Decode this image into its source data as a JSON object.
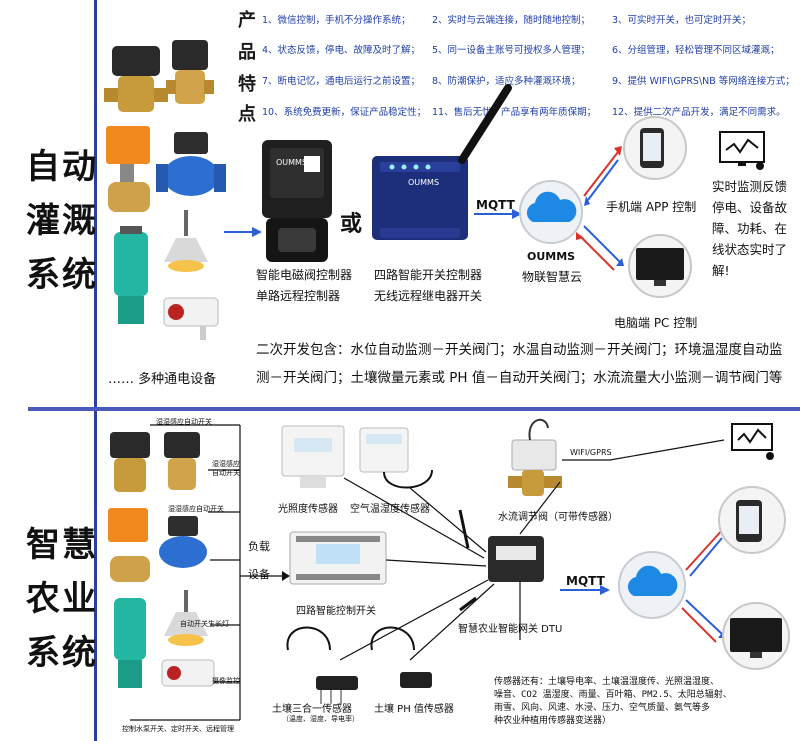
{
  "top": {
    "title": [
      "自",
      "动",
      "灌",
      "溉",
      "系",
      "统"
    ],
    "feature_heading": [
      "产",
      "品",
      "特",
      "点"
    ],
    "features": [
      [
        "1、微信控制，手机不分操作系统；",
        "2、实时与云端连接，随时随地控制；",
        "3、可实时开关，也可定时开关；"
      ],
      [
        "4、状态反馈，停电、故障及时了解；",
        "5、同一设备主账号可授权多人管理；",
        "6、分组管理，轻松管理不同区域灌溉；"
      ],
      [
        "7、断电记忆，通电后运行之前设置；",
        "8、防潮保护，适应多种灌溉环境；",
        "9、提供 WIFI\\GPRS\\NB 等网络连接方式；"
      ],
      [
        "10、系统免费更新，保证产品稳定性；",
        "11、售后无忧，产品享有两年质保期；",
        "12、提供二次产品开发，满足不同需求。"
      ]
    ],
    "controller1_brand": "OUMMS",
    "controller1_label1": "智能电磁阀控制器",
    "controller1_label2": "单路远程控制器",
    "or_text": "或",
    "controller2_brand": "OUMMS",
    "controller2_label1": "四路智能开关控制器",
    "controller2_label2": "无线远程继电器开关",
    "mqtt": "MQTT",
    "cloud_brand": "OUMMS",
    "cloud_label": "物联智慧云",
    "phone_label": "手机端 APP 控制",
    "pc_label": "电脑端 PC 控制",
    "monitor_text": [
      "实时监测反馈",
      "停电、设备故",
      "障、功耗、在",
      "线状态实时了",
      "解!"
    ],
    "devices_label": "……  多种通电设备",
    "dev_text": [
      "二次开发包含：水位自动监测－开关阀门；水温自动监测－开关阀门；环境温湿度自动监",
      "测－开关阀门；土壤微量元素或 PH 值－自动开关阀门；水流流量大小监测－调节阀门等"
    ]
  },
  "bottom": {
    "title": [
      "智",
      "慧",
      "农",
      "业",
      "系",
      "统"
    ],
    "tag_humidity_auto": "湿湿感应自动开关",
    "tag_humidity_auto2": [
      "湿湿感应",
      "自动开关"
    ],
    "tag_humidity_auto3": "湿湿感应自动开关",
    "tag_auto_light": "自动开关生长灯",
    "tag_camera": "摄像监控",
    "tag_control": "控制水泵开关、定时开关、远程管理",
    "load_label": [
      "负",
      "载",
      "设",
      "备"
    ],
    "light_sensor": "光照度传感器",
    "air_sensor": "空气温湿度传感器",
    "valve_label": "水流调节阀（可带传感器）",
    "wifi_label": "WIFI/GPRS",
    "relay_label": "四路智能控制开关",
    "dtu_label": "智慧农业智能网关 DTU",
    "mqtt": "MQTT",
    "soil3_label": "土壤三合一传感器",
    "soil3_sub": "（温度、湿度、导电率）",
    "ph_label": "土壤 PH 值传感器",
    "sensors_text": [
      "传感器还有：土壤导电率、土壤温湿度传、光照温湿度、",
      "噪音、CO2 温湿度、雨量、百叶箱、PM2.5、太阳总辐射、",
      "雨雪、风向、风速、水浸、压力、空气质量、氨气等多",
      "种农业种植用传感器变送器）"
    ]
  },
  "colors": {
    "accent": "#2b3f9e",
    "feature_text": "#1f3fa8",
    "cloud": "#1e88e5",
    "arrow_red": "#d9342b",
    "arrow_blue": "#2a5fd8"
  }
}
